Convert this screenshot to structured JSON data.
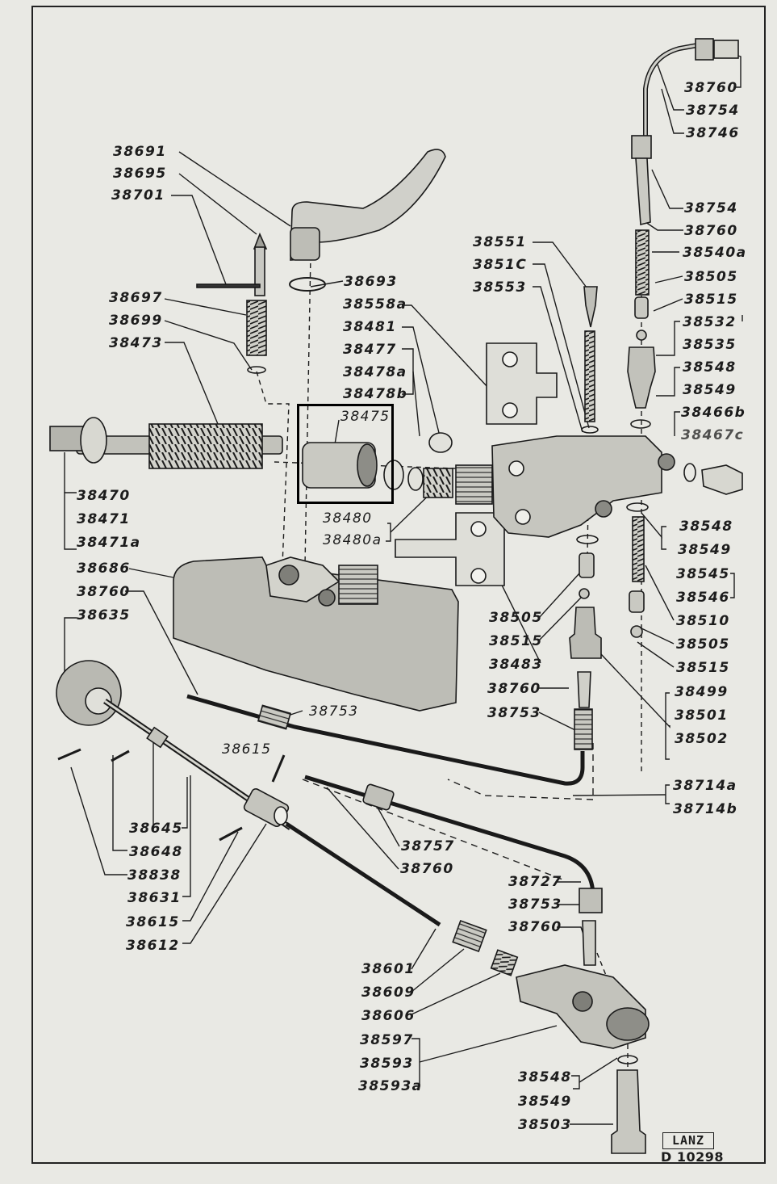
{
  "labels": {
    "p38760_a": "38760",
    "p38754_a": "38754",
    "p38746": "38746",
    "p38691": "38691",
    "p38695": "38695",
    "p38701": "38701",
    "p38754_b": "38754",
    "p38760_b": "38760",
    "p38540a": "38540a",
    "p38551": "38551",
    "p38510c": "3851C",
    "p38553": "38553",
    "p38505_a": "38505",
    "p38515_a": "38515",
    "p38532": "38532",
    "p38535": "38535",
    "p38693": "38693",
    "p38558a": "38558a",
    "p38697": "38697",
    "p38699": "38699",
    "p38473": "38473",
    "p38481": "38481",
    "p38477": "38477",
    "p38478a": "38478a",
    "p38478b": "38478b",
    "p38548_a": "38548",
    "p38549_a": "38549",
    "p38466b": "38466b",
    "p38467c": "38467c",
    "p38475": "38475",
    "p38470": "38470",
    "p38471": "38471",
    "p38471a": "38471a",
    "p38480": "38480",
    "p38480a": "38480a",
    "p38548_b": "38548",
    "p38549_b": "38549",
    "p38545": "38545",
    "p38546": "38546",
    "p38686": "38686",
    "p38760_c": "38760",
    "p38635": "38635",
    "p38505_b": "38505",
    "p38515_b": "38515",
    "p38483": "38483",
    "p38510": "38510",
    "p38505_c": "38505",
    "p38515_c": "38515",
    "p38760_d": "38760",
    "p38753_a": "38753",
    "p38753_b": "38753",
    "p38499": "38499",
    "p38501": "38501",
    "p38502": "38502",
    "p38615_a": "38615",
    "p38714a": "38714a",
    "p38714b": "38714b",
    "p38645": "38645",
    "p38648": "38648",
    "p38838": "38838",
    "p38631": "38631",
    "p38615_b": "38615",
    "p38612": "38612",
    "p38757": "38757",
    "p38760_e": "38760",
    "p38727": "38727",
    "p38753_c": "38753",
    "p38760_f": "38760",
    "p38601": "38601",
    "p38609": "38609",
    "p38606": "38606",
    "p38597": "38597",
    "p38593": "38593",
    "p38593a": "38593a",
    "p38548_c": "38548",
    "p38549_c": "38549",
    "p38503": "38503"
  },
  "logo": "LANZ",
  "drawing_number": "D 10298",
  "colors": {
    "paper": "#e9e9e4",
    "ink": "#1c1c1c"
  }
}
